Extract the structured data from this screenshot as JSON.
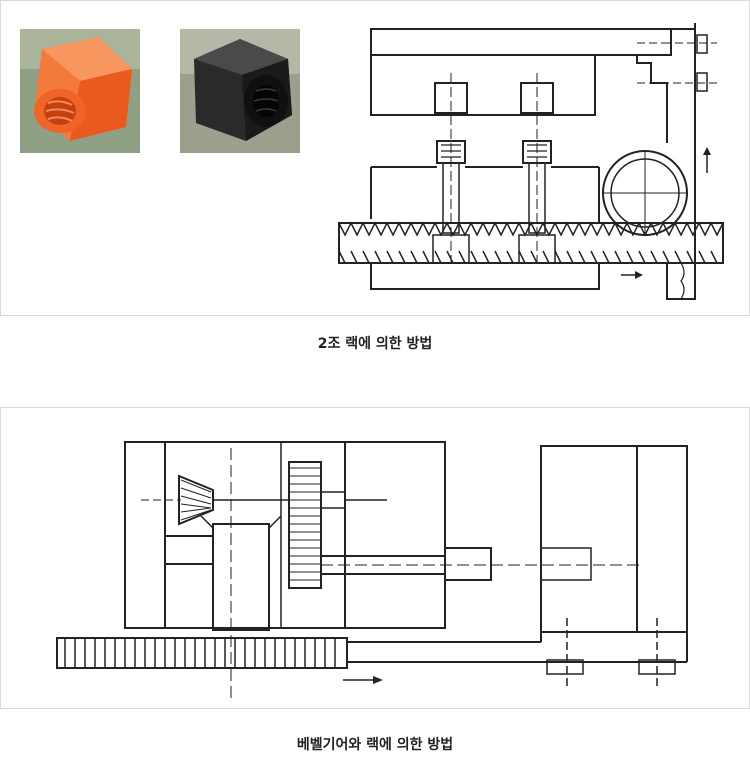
{
  "figures": [
    {
      "caption": "2조 랙에 의한 방법",
      "photos": [
        "orange-hex-nut-photo",
        "black-hex-nut-photo"
      ]
    },
    {
      "caption": "베벨기어와 랙에 의한 방법"
    }
  ],
  "colors": {
    "line": "#222222",
    "orange_nut": "#f4692c",
    "black_nut": "#1c1c1c",
    "photo_bg_1": "#8fa084",
    "photo_bg_2": "#9aa08c"
  }
}
